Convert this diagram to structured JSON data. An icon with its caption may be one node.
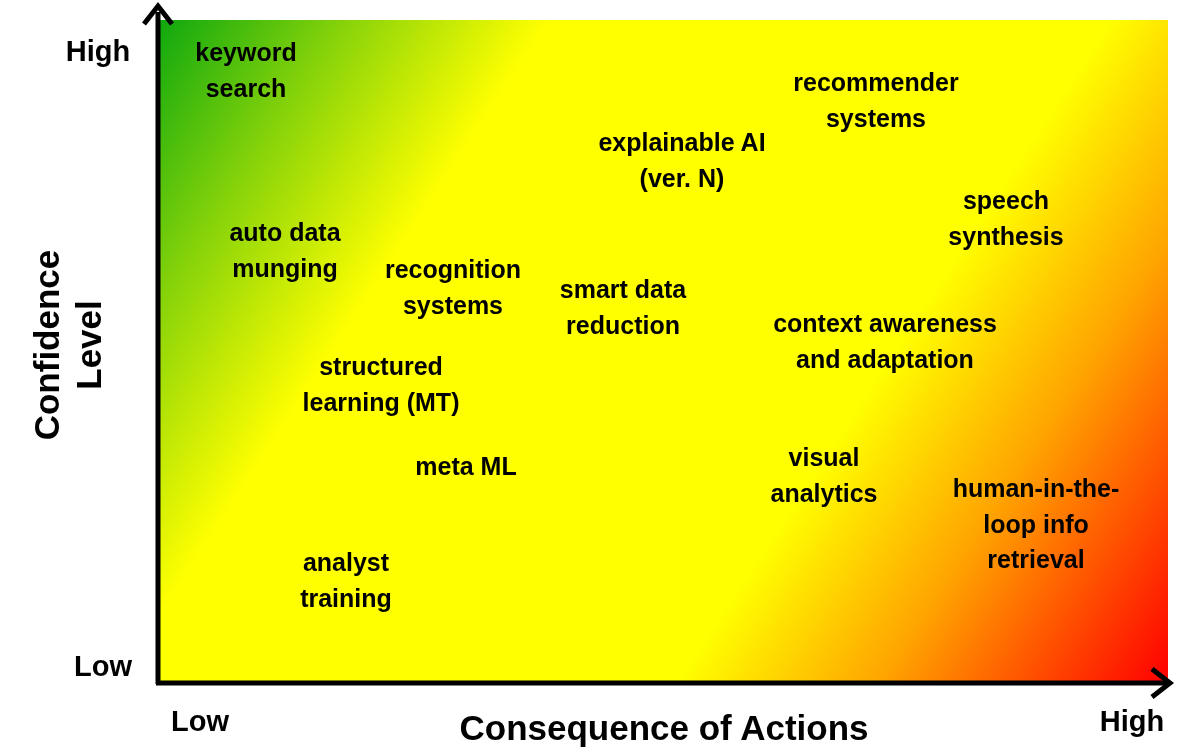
{
  "diagram": {
    "labels": [
      "High",
      "keyword search",
      "recommender systems",
      "explainable AI (ver. N)",
      "auto data munging",
      "speech synthesis",
      "recognition systems",
      "smart data reduction",
      "Confidence Level",
      "context awareness and adaptation",
      "structured learning (MT)",
      "meta ML",
      "visual analytics",
      "human-in-the-loop info retrieval",
      "analyst training",
      "Low",
      "Low",
      "Consequence of Actions",
      "High"
    ]
  }
}
